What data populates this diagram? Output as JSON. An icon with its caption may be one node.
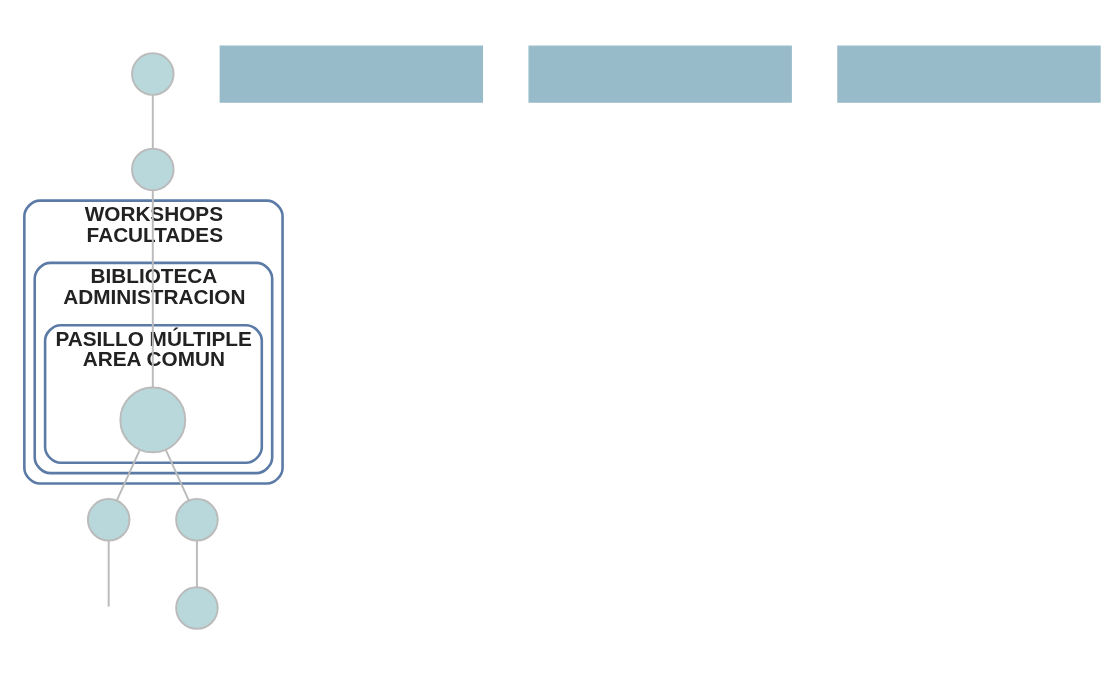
{
  "diagram": {
    "nodes": [
      {
        "text": [
          "WORKSHOPS",
          "FACULTADES"
        ]
      },
      {
        "text": [
          "BIBLIOTECA",
          "ADMINISTRACION"
        ],
        "in": 0
      },
      {
        "text": [
          "PASILLO MÚLTIPLE",
          "AREA COMUN"
        ],
        "in": 1
      },
      {
        "text": [],
        "shape": "bar"
      },
      {
        "text": [],
        "shape": "circle"
      },
      {
        "text": [],
        "shape": "circle"
      },
      {
        "text": [],
        "shape": "circle",
        "in": 2
      },
      {
        "text": [],
        "shape": "circle"
      },
      {
        "text": [],
        "shape": "circle"
      },
      {
        "text": [],
        "shape": "circle"
      },
      {
        "text": [],
        "shape": "bar"
      },
      {
        "text": [],
        "shape": "bar"
      }
    ],
    "edges": [
      {
        "from": 4,
        "to": 5,
        "arrow": "none"
      },
      {
        "from": 5,
        "to": 6,
        "arrow": "none"
      },
      {
        "from": 6,
        "to": 7,
        "arrow": "none"
      },
      {
        "from": 6,
        "to": 8,
        "arrow": "none"
      },
      {
        "from": 8,
        "to": 9,
        "arrow": "none"
      },
      {
        "from": 7,
        "to": null,
        "arrow": "none"
      }
    ]
  }
}
